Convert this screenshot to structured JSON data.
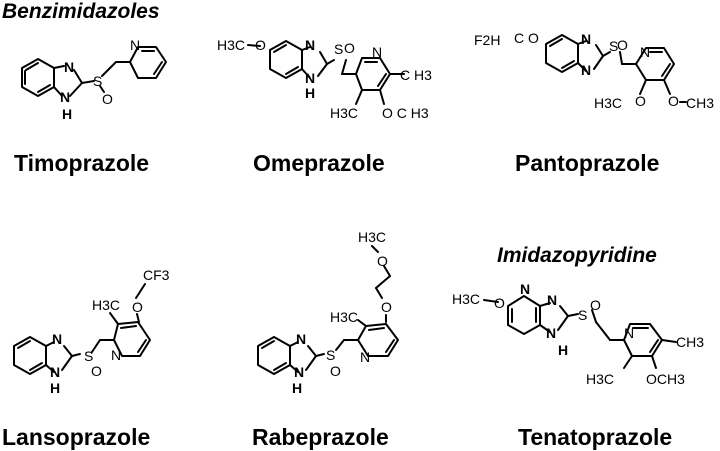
{
  "headings": {
    "benzimidazoles": "Benzimidazoles",
    "imidazopyridine": "Imidazopyridine"
  },
  "names": {
    "timoprazole": "Timoprazole",
    "omeprazole": "Omeprazole",
    "pantoprazole": "Pantoprazole",
    "lansoprazole": "Lansoprazole",
    "rabeprazole": "Rabeprazole",
    "tenatoprazole": "Tenatoprazole"
  },
  "atoms": {
    "N": "N",
    "H": "H",
    "S": "S",
    "O": "O",
    "H3C": "H3C",
    "CH3": "CH3",
    "OCH3": "OCH3",
    "O_CH3_spaced": "O C H3",
    "C_H3_spaced": "C H3",
    "F2H": "F2H",
    "C_O": "C O",
    "CF3": "CF3"
  }
}
